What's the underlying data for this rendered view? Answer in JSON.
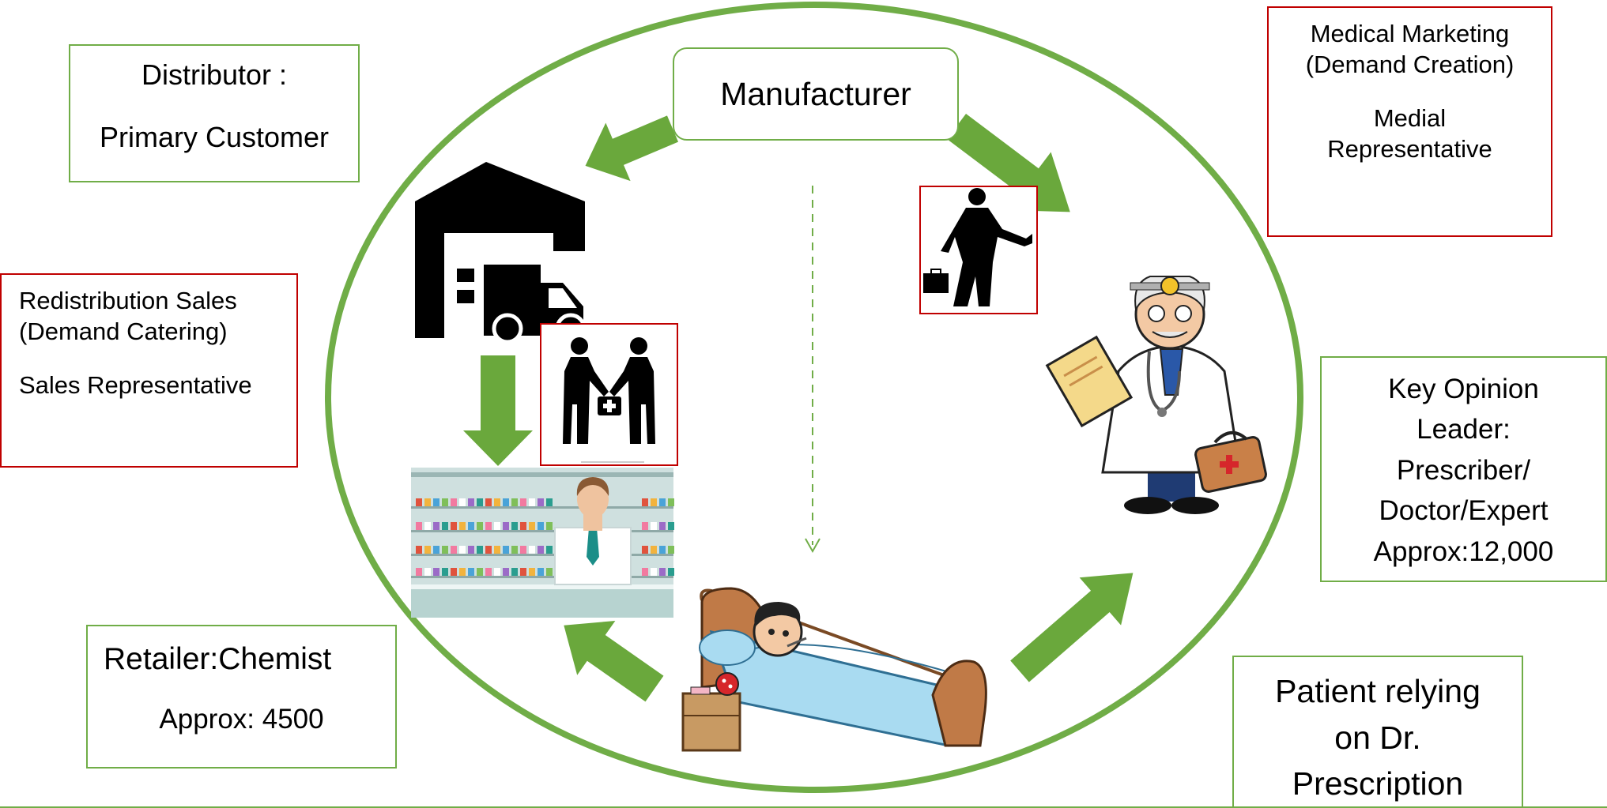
{
  "colors": {
    "accent_green": "#70ad47",
    "arrow_green": "#6aa83c",
    "box_red": "#c00000"
  },
  "manufacturer": {
    "label": "Manufacturer"
  },
  "distributor": {
    "line1": "Distributor :",
    "line2": "Primary Customer"
  },
  "redistribution": {
    "line1": "Redistribution Sales",
    "line2": "(Demand Catering)",
    "line3": "Sales Representative"
  },
  "retailer": {
    "line1": "Retailer:Chemist",
    "line2": "Approx: 4500"
  },
  "medical_marketing": {
    "line1": "Medical Marketing",
    "line2": "(Demand Creation)",
    "line3": "Medial",
    "line4": "Representative"
  },
  "kol": {
    "line1": "Key Opinion",
    "line2": "Leader:",
    "line3": "Prescriber/",
    "line4": "Doctor/Expert",
    "line5": "Approx:12,000"
  },
  "patient": {
    "line1": "Patient relying",
    "line2": "on Dr.",
    "line3": "Prescription"
  },
  "icons": [
    "warehouse-truck-icon",
    "handshake-briefcase-icon",
    "medical-representative-icon",
    "doctor-icon",
    "pharmacy-icon",
    "patient-in-bed-icon"
  ]
}
